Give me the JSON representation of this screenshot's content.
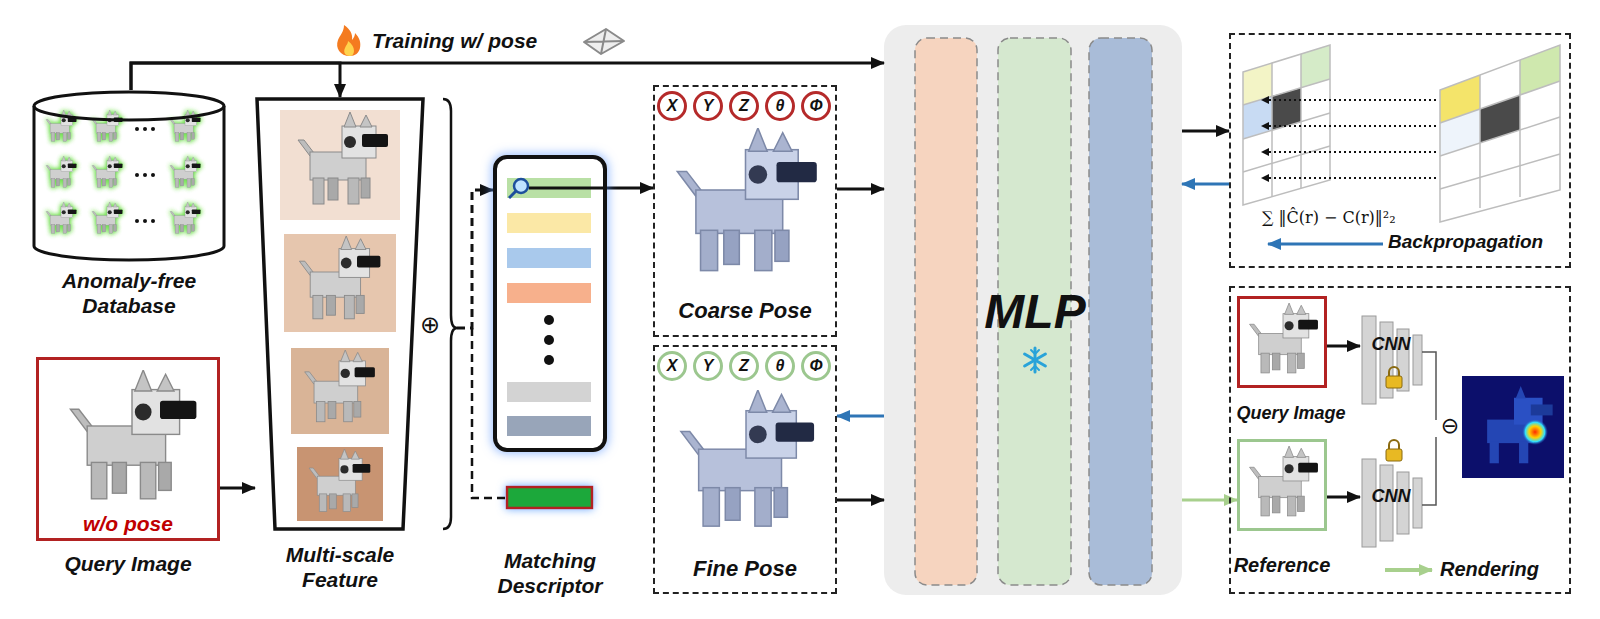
{
  "diagram": {
    "nodes": [
      {
        "text": [
          "Anomaly-free Database"
        ]
      },
      {
        "text": [
          "w/o pose",
          "Query Image"
        ]
      },
      {
        "text": [
          "Multi-scale Feature"
        ]
      },
      {
        "text": [
          "Matching Descriptor"
        ]
      },
      {
        "text": [
          "Coarse Pose"
        ]
      },
      {
        "text": [
          "X"
        ],
        "in": 4
      },
      {
        "text": [
          "Y"
        ],
        "in": 4
      },
      {
        "text": [
          "Z"
        ],
        "in": 4
      },
      {
        "text": [
          "θ"
        ],
        "in": 4
      },
      {
        "text": [
          "Φ"
        ],
        "in": 4
      },
      {
        "text": [
          "Fine Pose"
        ]
      },
      {
        "text": [
          "X"
        ],
        "in": 10
      },
      {
        "text": [
          "Y"
        ],
        "in": 10
      },
      {
        "text": [
          "Z"
        ],
        "in": 10
      },
      {
        "text": [
          "θ"
        ],
        "in": 10
      },
      {
        "text": [
          "Φ"
        ],
        "in": 10
      },
      {
        "text": [
          "MLP"
        ]
      },
      {
        "text": [
          "∑ ‖Ĉ(r) − C(r)‖²₂",
          "Backpropagation"
        ]
      },
      {
        "text": [
          "Rendering"
        ]
      },
      {
        "text": [
          "Query Image"
        ],
        "in": 18
      },
      {
        "text": [
          "CNN"
        ],
        "in": 18
      },
      {
        "text": [
          "Reference"
        ],
        "in": 18
      },
      {
        "text": [
          "CNN"
        ],
        "in": 18
      }
    ],
    "edges": [
      {
        "from": 0,
        "to": 16,
        "arrow": "to",
        "label": "Training w/ pose"
      },
      {
        "from": 0,
        "to": 2,
        "arrow": "to"
      },
      {
        "from": 1,
        "to": 2,
        "arrow": "to"
      },
      {
        "from": 2,
        "to": 3,
        "arrow": "to"
      },
      {
        "from": 3,
        "to": 4,
        "arrow": "to"
      },
      {
        "from": 4,
        "to": 16,
        "arrow": "to"
      },
      {
        "from": 10,
        "to": 16,
        "arrow": "to"
      },
      {
        "from": 16,
        "to": 10,
        "arrow": "to"
      },
      {
        "from": 16,
        "to": 17,
        "arrow": "to"
      },
      {
        "from": 17,
        "to": 16,
        "arrow": "to"
      },
      {
        "from": 16,
        "to": 21,
        "arrow": "to"
      },
      {
        "from": 19,
        "to": 20,
        "arrow": "to"
      },
      {
        "from": 21,
        "to": 22,
        "arrow": "to"
      }
    ],
    "labels": [
      "⊕",
      "⊖"
    ]
  }
}
